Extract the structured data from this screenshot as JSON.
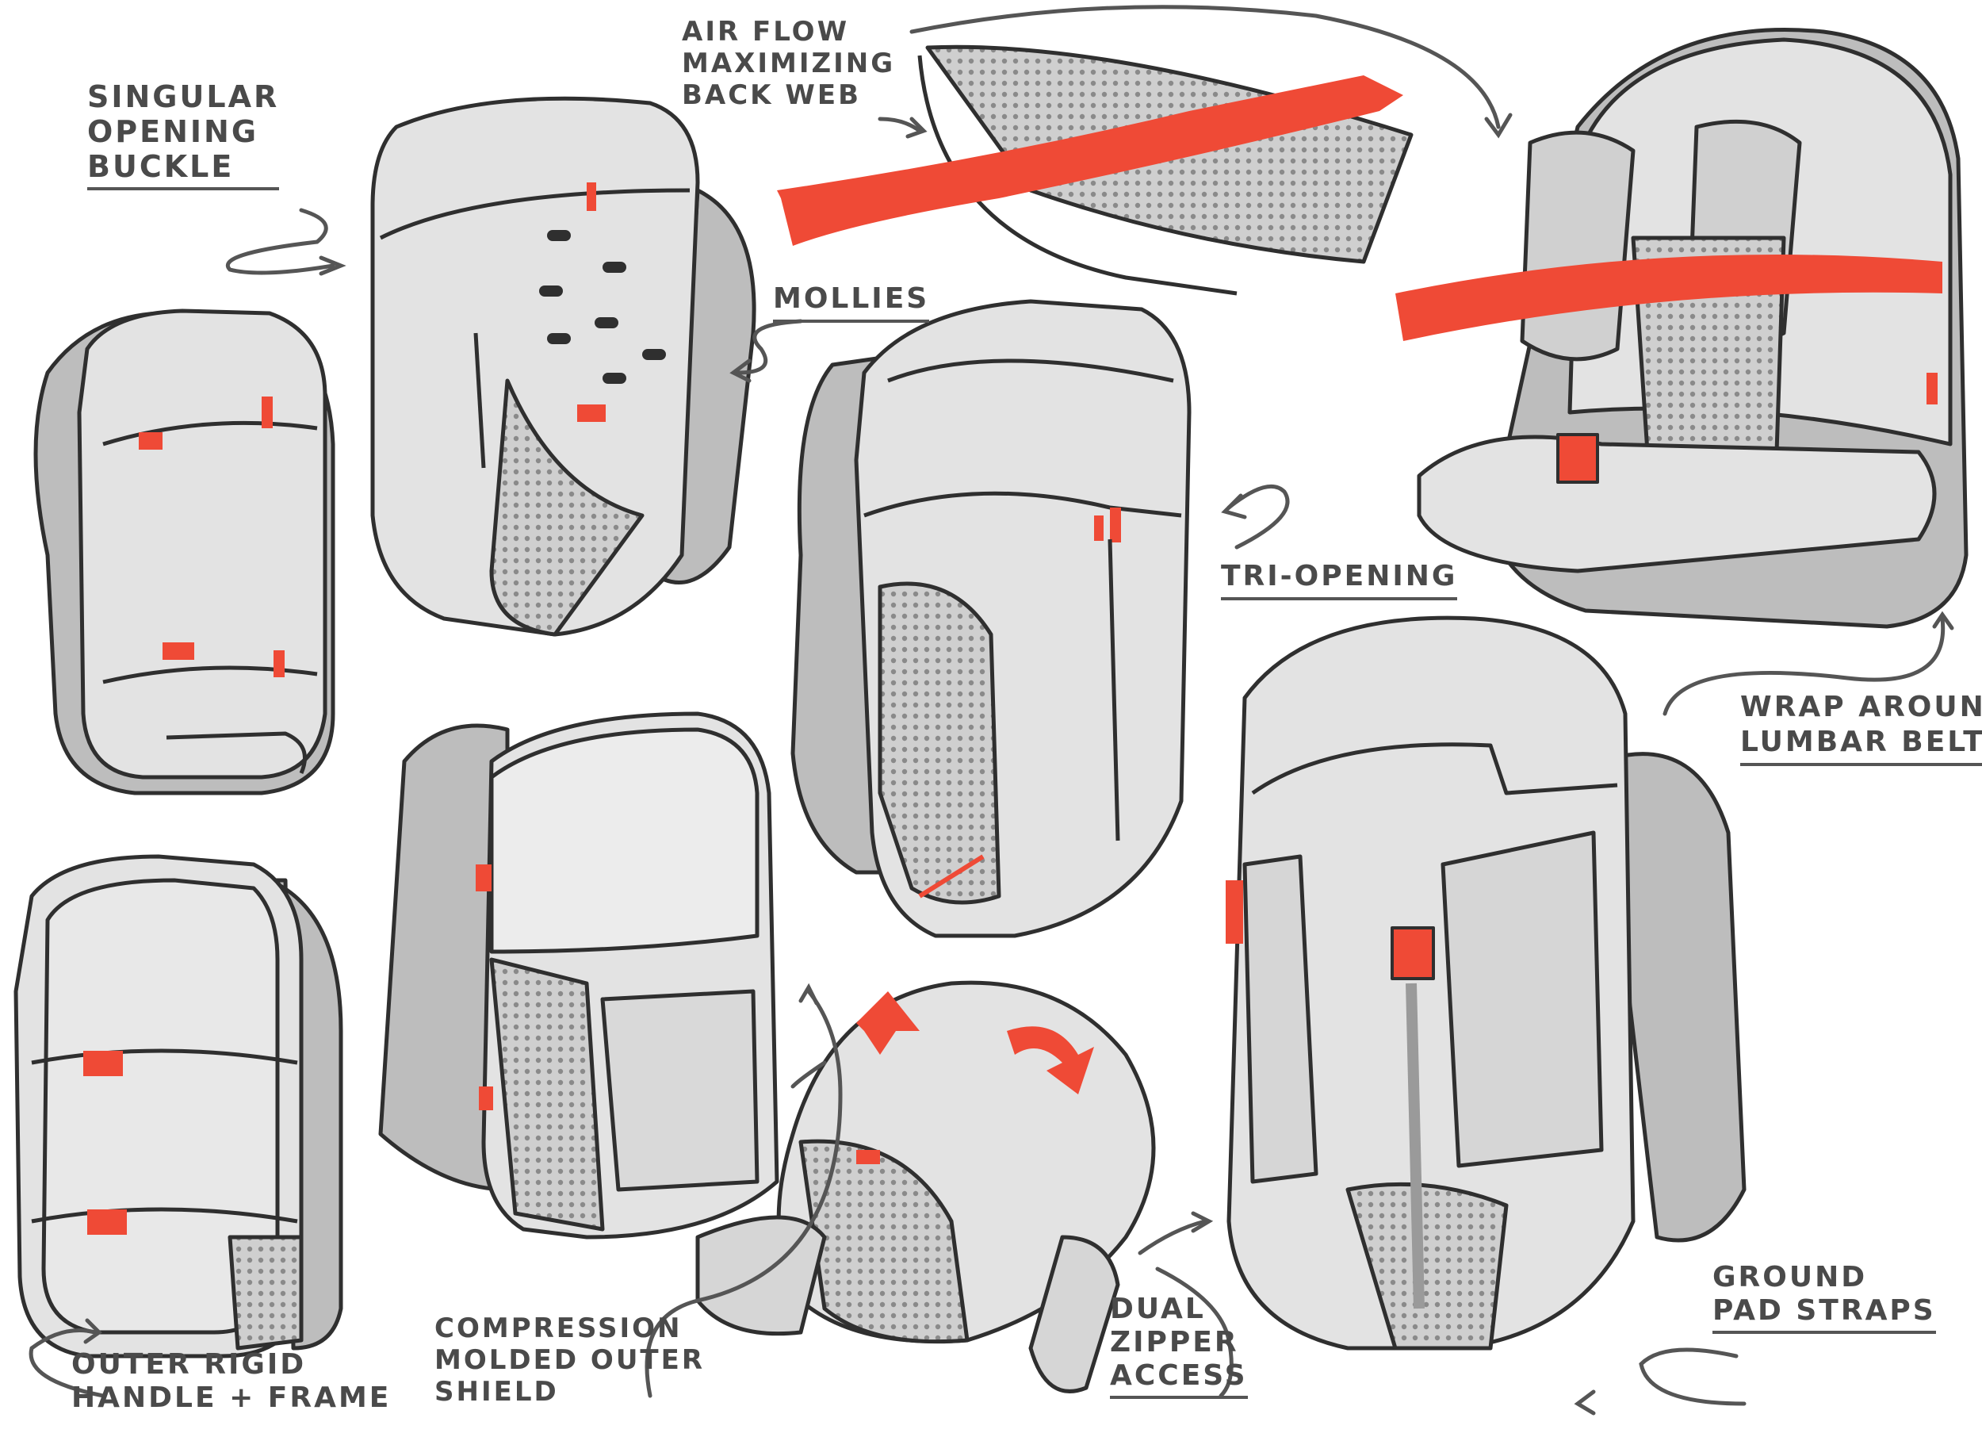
{
  "labels": {
    "buckle": [
      "SINGULAR",
      "OPENING",
      "BUCKLE"
    ],
    "airflow": [
      "AIR FLOW",
      "MAXIMIZING",
      "BACK WEB"
    ],
    "mollies": [
      "MOLLIES"
    ],
    "tri": [
      "TRI-OPENING"
    ],
    "lumbar": [
      "WRAP AROUND",
      "LUMBAR BELT"
    ],
    "handle": [
      "OUTER RIGID",
      "HANDLE + FRAME"
    ],
    "shield": [
      "COMPRESSION",
      "MOLDED OUTER",
      "SHIELD"
    ],
    "zipper": [
      "DUAL",
      "ZIPPER",
      "ACCESS"
    ],
    "ground": [
      "GROUND",
      "PAD STRAPS"
    ]
  },
  "colors": {
    "ink": "#2f2f2f",
    "body": "#e3e3e3",
    "shade": "#bdbdbd",
    "accent": "#ef4a36",
    "label": "#4a4a4a"
  }
}
